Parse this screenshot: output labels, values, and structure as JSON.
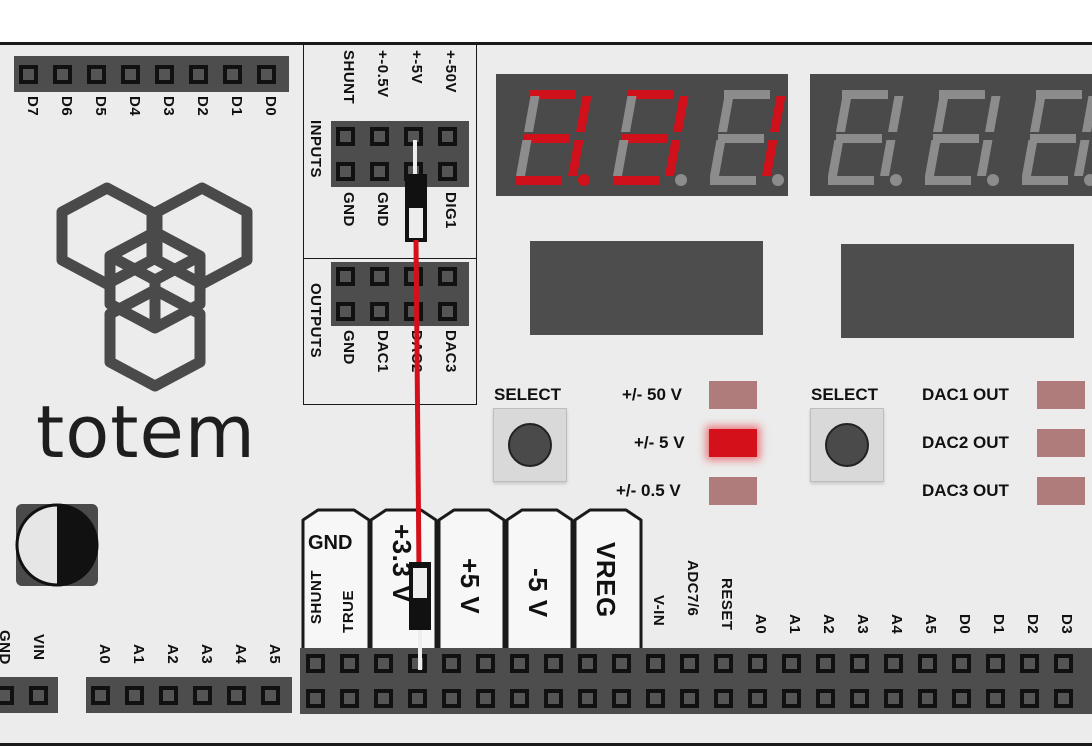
{
  "top_header": {
    "labels": [
      "D7",
      "D6",
      "D5",
      "D4",
      "D3",
      "D2",
      "D1",
      "D0"
    ]
  },
  "inputs_block": {
    "title": "INPUTS",
    "top_labels": [
      "SHUNT",
      "+-0.5V",
      "+-5V",
      "+-50V"
    ],
    "bottom_labels": [
      "GND",
      "GND",
      "DIG1"
    ]
  },
  "outputs_block": {
    "title": "OUTPUTS",
    "bottom_labels": [
      "GND",
      "DAC1",
      "DAC2",
      "DAC3"
    ]
  },
  "logo": {
    "text": "totem"
  },
  "display_left": {
    "digits_lit": "3.31"
  },
  "voltage_select": {
    "select_label": "SELECT",
    "options": [
      {
        "label": "+/- 50 V",
        "active": false
      },
      {
        "label": "+/- 5 V",
        "active": true
      },
      {
        "label": "+/- 0.5 V",
        "active": false
      }
    ]
  },
  "dac_select": {
    "select_label": "SELECT",
    "options": [
      {
        "label": "DAC1 OUT",
        "active": false
      },
      {
        "label": "DAC2 OUT",
        "active": false
      },
      {
        "label": "DAC3 OUT",
        "active": false
      }
    ]
  },
  "power_tabs": {
    "gnd": "GND",
    "shunt": "SHUNT",
    "true": "TRUE",
    "v33": "+3.3 V",
    "v5": "+5 V",
    "vm5": "-5 V",
    "vreg": "VREG"
  },
  "bottom_left": {
    "labels": [
      "GND",
      "VIN"
    ]
  },
  "analog_header": {
    "labels": [
      "A0",
      "A1",
      "A2",
      "A3",
      "A4",
      "A5"
    ]
  },
  "bottom_header": {
    "labels": [
      "V-IN",
      "ADC7/6",
      "RESET",
      "A0",
      "A1",
      "A2",
      "A3",
      "A4",
      "A5",
      "D0",
      "D1",
      "D2",
      "D3"
    ]
  },
  "colors": {
    "wire": "#d4111a",
    "lit_segment": "#d0101a",
    "board": "#ececec"
  }
}
